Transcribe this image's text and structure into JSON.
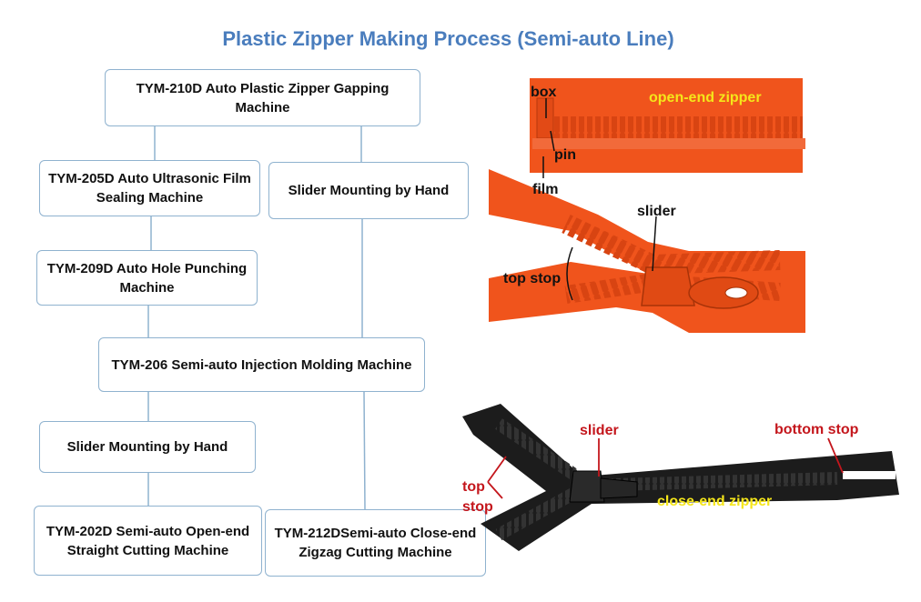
{
  "title": "Plastic Zipper Making Process (Semi-auto Line)",
  "boxes": {
    "gapping": "TYM-210D Auto Plastic Zipper Gapping Machine",
    "film_sealing": "TYM-205D Auto Ultrasonic Film Sealing Machine",
    "slider_hand_right": "Slider Mounting by Hand",
    "hole_punching": "TYM-209D Auto Hole Punching Machine",
    "injection": "TYM-206 Semi-auto Injection Molding Machine",
    "slider_hand_left": "Slider Mounting by Hand",
    "straight_cutting": "TYM-202D Semi-auto Open-end Straight Cutting Machine",
    "zigzag_cutting": "TYM-212DSemi-auto Close-end Zigzag Cutting Machine"
  },
  "open_end_photo": {
    "caption": "open-end zipper",
    "box": "box",
    "pin": "pin",
    "film": "film",
    "slider": "slider",
    "top_stop": "top stop"
  },
  "close_end_photo": {
    "caption": "close-end zipper",
    "slider": "slider",
    "bottom_stop": "bottom stop",
    "top_stop_1": "top",
    "top_stop_2": "stop"
  },
  "colors": {
    "title": "#4a7dbd",
    "box_border": "#8fb2cf",
    "orange_zipper": "#f0541c",
    "black_zipper": "#1c1c1c",
    "caption_yellow": "#f5e61a",
    "label_red": "#c4161c"
  }
}
